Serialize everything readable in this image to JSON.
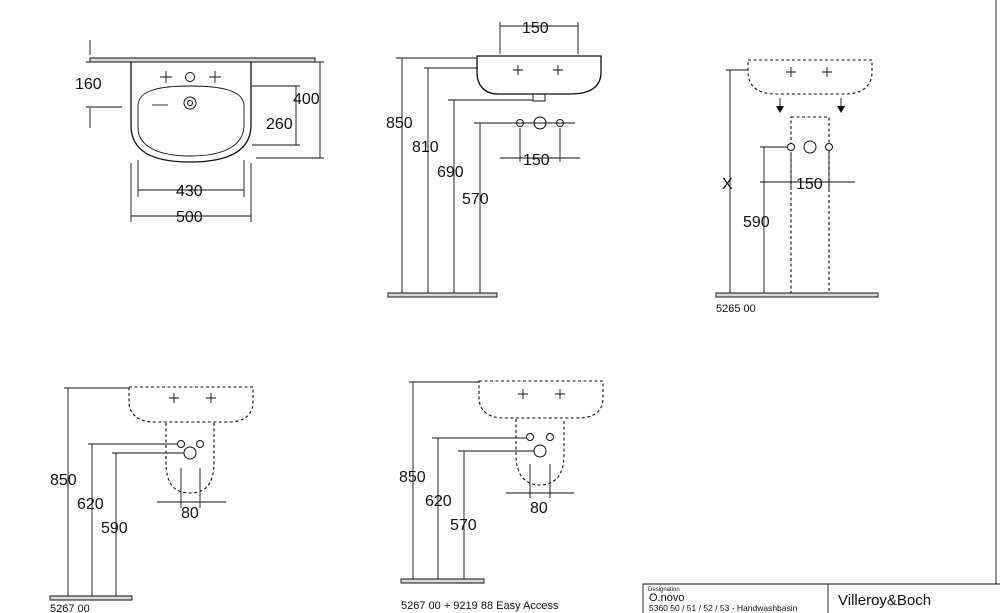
{
  "views": {
    "top_view": {
      "tap_offset": "160",
      "outer_depth": "400",
      "bowl_depth": "260",
      "bowl_width": "430",
      "overall_width": "500"
    },
    "side_view": {
      "basin_depth": "150",
      "rim_height": "850",
      "height_810": "810",
      "height_690": "690",
      "height_570": "570",
      "fixing_spacing": "150"
    },
    "pedestal_view": {
      "height": "X",
      "waste_spacing": "150",
      "waste_height": "590",
      "article": "5265 00"
    },
    "semi_pedestal_view": {
      "rim_height": "850",
      "height_620": "620",
      "height_590": "590",
      "width_80": "80",
      "article": "5267 00"
    },
    "easy_access_view": {
      "rim_height": "850",
      "height_620": "620",
      "height_570": "570",
      "width_80": "80",
      "article": "5267 00 + 9219 88 Easy Access"
    }
  },
  "title_block": {
    "field_label": "Designation",
    "series": "O.novo",
    "description": "5360 50 / 51 / 52 / 53 - Handwashbasin",
    "brand": "Villeroy&Boch"
  },
  "colors": {
    "lines": "#111111",
    "floor": "#d9d9d9",
    "background": "#ffffff"
  }
}
